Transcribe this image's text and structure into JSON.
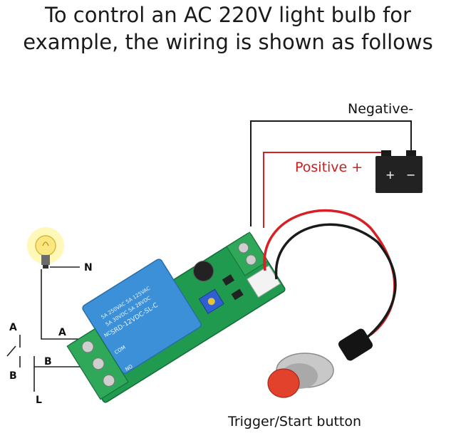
{
  "title": {
    "line1": "To control an AC 220V light bulb for",
    "line2": "example, the wiring is shown as follows"
  },
  "labels": {
    "negative": "Negative-",
    "positive": "Positive +",
    "trigger": "Trigger/Start button",
    "n": "N",
    "a": "A",
    "b": "B",
    "l": "L",
    "switch_a": "A",
    "switch_b": "B"
  },
  "battery": {
    "plus": "+",
    "minus": "−"
  },
  "relay": {
    "line1": "5A 250VAC  5A 125VAC",
    "line2": "5A 30VDC  5A 28VDC",
    "model": "SRD-12VDC-SL-C"
  },
  "terminals": {
    "nc": "NC",
    "com": "COM",
    "no": "NO"
  },
  "colors": {
    "pcb": "#1f9a4f",
    "relay": "#3b90d8",
    "terminal": "#2fa85a",
    "wire_red": "#d81f26",
    "wire_black": "#1a1a1a",
    "button": "#e2412c"
  }
}
